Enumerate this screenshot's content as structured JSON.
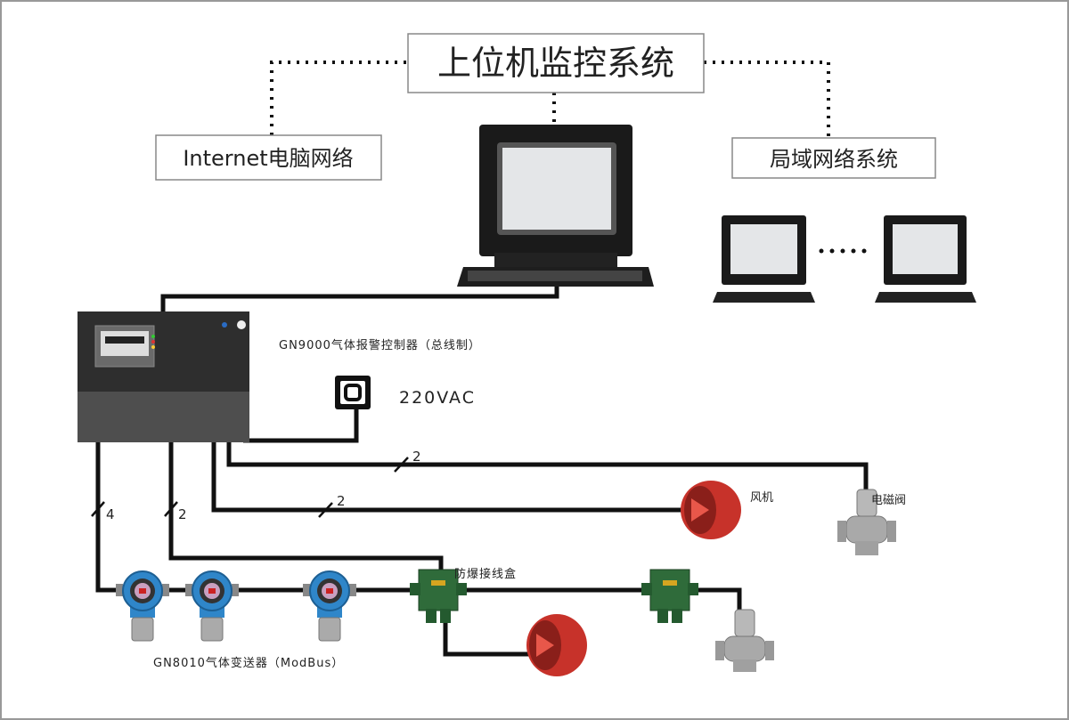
{
  "title": "上位机监控系统",
  "networks": {
    "internet": "Internet电脑网络",
    "lan": "局域网络系统"
  },
  "controller": {
    "label": "GN9000气体报警控制器（总线制）"
  },
  "power": {
    "label": "220VAC"
  },
  "wire_counts": {
    "valve_line": "2",
    "fan_line": "2",
    "transmitter_line": "4",
    "junction_line": "2"
  },
  "devices": {
    "fan": "风机",
    "valve": "电磁阀",
    "junction_box": "防爆接线盒",
    "transmitter": "GN8010气体变送器（ModBus）"
  },
  "colors": {
    "wire": "#111111",
    "controller_top": "#2e2e2e",
    "controller_bottom": "#4a4a4a",
    "transmitter": "#2f86c9",
    "junction_box": "#2f6b3a",
    "fan": "#d23a2e",
    "valve": "#a9a9a9"
  }
}
